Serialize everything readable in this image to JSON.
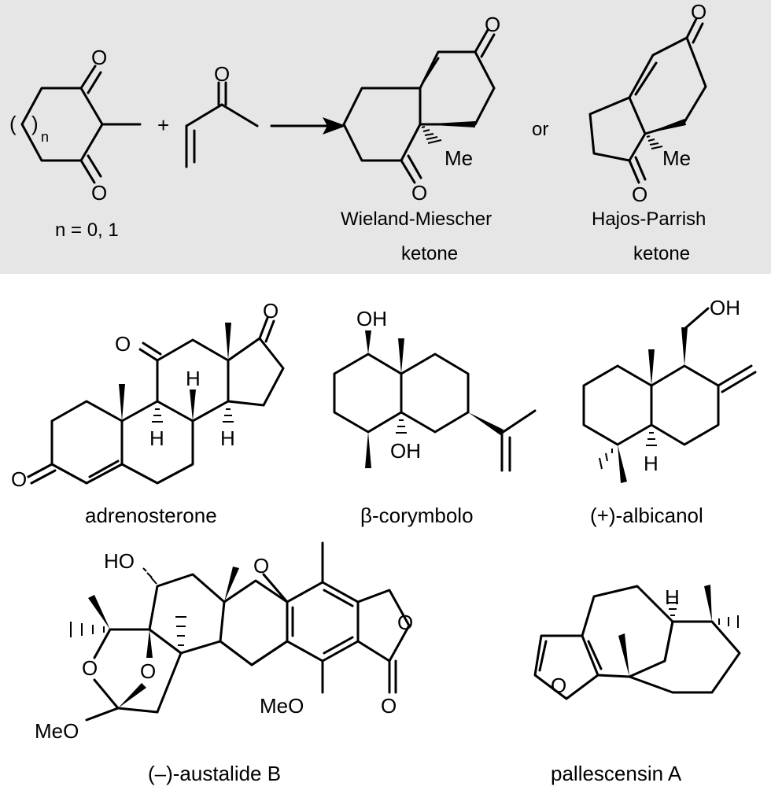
{
  "scheme": {
    "background": "#e6e6e6",
    "reagent1": {
      "ring_size_label": "n",
      "condition": "n = 0, 1"
    },
    "plus_sign": "+",
    "connector": "or",
    "product1_name_line1": "Wieland-Miescher",
    "product1_name_line2": "ketone",
    "product2_name_line1": "Hajos-Parrish",
    "product2_name_line2": "ketone"
  },
  "compounds": [
    {
      "name": "adrenosterone"
    },
    {
      "name": "β-corymbolo"
    },
    {
      "name": "(+)-albicanol"
    },
    {
      "name": "(–)-austalide B"
    },
    {
      "name": "pallescensin A"
    }
  ],
  "atom_labels": {
    "oxygen": "O",
    "hydrogen": "H",
    "methyl": "Me",
    "hydroxyl": "OH",
    "hydroxyl_left": "HO",
    "methoxy": "MeO",
    "bracket_open": "(",
    "bracket_close": ")"
  }
}
